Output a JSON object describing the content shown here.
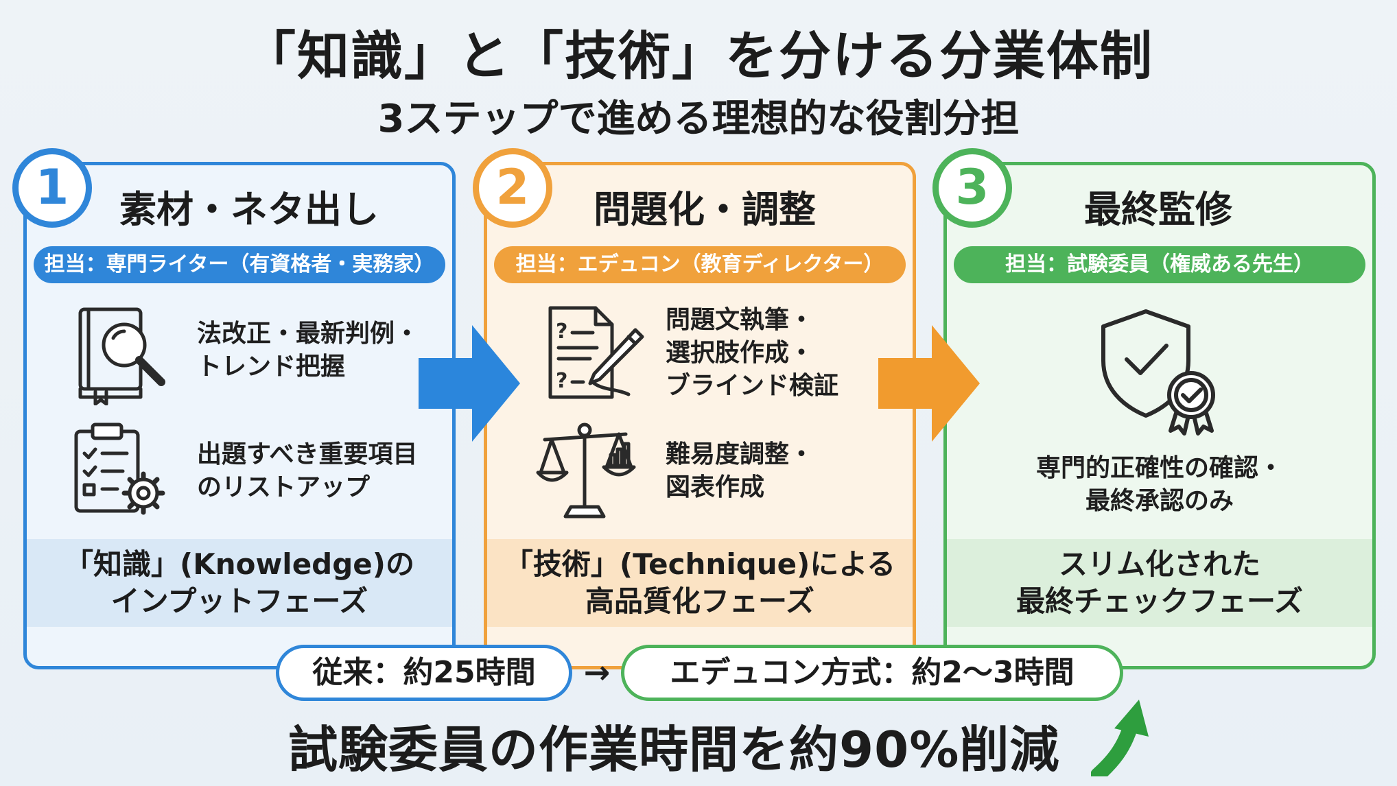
{
  "header": {
    "title": "「知識」と「技術」を分ける分業体制",
    "subtitle": "3ステップで進める理想的な役割分担"
  },
  "steps": [
    {
      "number": "1",
      "title": "素材・ネタ出し",
      "owner": "担当：専門ライター（有資格者・実務家）",
      "items": [
        {
          "icon": "book-magnifier-icon",
          "text": "法改正・最新判例・\nトレンド把握"
        },
        {
          "icon": "checklist-gear-icon",
          "text": "出題すべき重要項目\nのリストアップ"
        }
      ],
      "phase_line1": "「知識」(Knowledge)の",
      "phase_line2": "インプットフェーズ",
      "color": "#2f86d9"
    },
    {
      "number": "2",
      "title": "問題化・調整",
      "owner": "担当：エデュコン（教育ディレクター）",
      "items": [
        {
          "icon": "document-pen-icon",
          "text": "問題文執筆・\n選択肢作成・\nブラインド検証"
        },
        {
          "icon": "balance-scale-chart-icon",
          "text": "難易度調整・\n図表作成"
        }
      ],
      "phase_line1": "「技術」(Technique)による",
      "phase_line2": "高品質化フェーズ",
      "color": "#f0a13c"
    },
    {
      "number": "3",
      "title": "最終監修",
      "owner": "担当：試験委員（権威ある先生）",
      "items": [
        {
          "icon": "shield-check-badge-icon",
          "text": "専門的正確性の確認・\n最終承認のみ"
        }
      ],
      "phase_line1": "スリム化された",
      "phase_line2": "最終チェックフェーズ",
      "color": "#4db35a"
    }
  ],
  "comparison": {
    "before": "従来：約25時間",
    "arrow": "→",
    "after": "エデュコン方式：約2〜3時間"
  },
  "conclusion": "試験委員の作業時間を約90%削減"
}
